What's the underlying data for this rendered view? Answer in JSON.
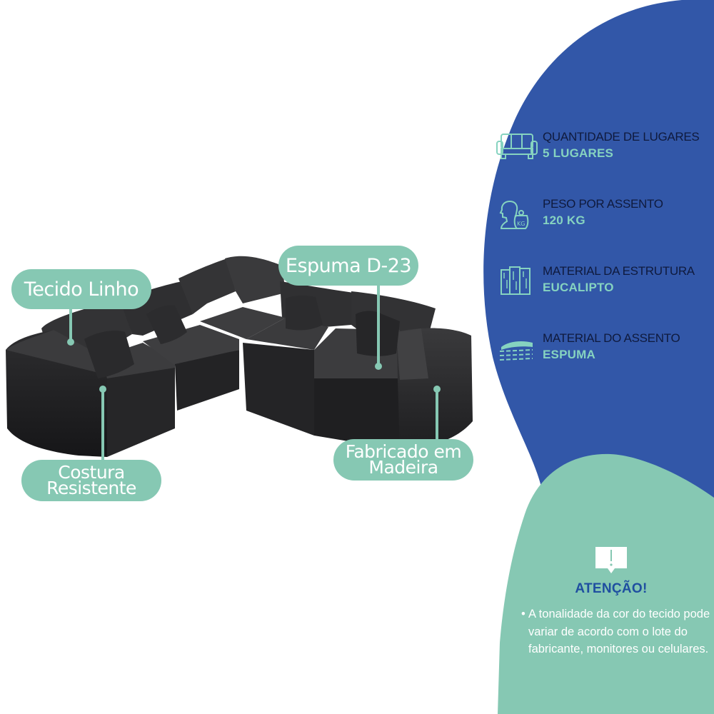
{
  "colors": {
    "blue_panel": "#3257a8",
    "green_accent": "#86c8b3",
    "spec_label": "#0f1a3d",
    "spec_value": "#86d3c0",
    "attention_title": "#1f4fa0",
    "sofa_fabric": "#2b2b2d"
  },
  "product": {
    "name": "Sofá de canto modular",
    "color": "dark grey linen"
  },
  "callouts": {
    "tecido": {
      "lines": [
        "Tecido Linho"
      ]
    },
    "espuma": {
      "lines": [
        "Espuma D-23"
      ]
    },
    "costura": {
      "lines": [
        "Costura",
        "Resistente"
      ]
    },
    "fabricado": {
      "lines": [
        "Fabricado em",
        "Madeira"
      ]
    }
  },
  "specs": [
    {
      "icon": "sofa-icon",
      "label": "QUANTIDADE DE LUGARES",
      "value": "5 LUGARES"
    },
    {
      "icon": "weight-person-icon",
      "label": "PESO POR ASSENTO",
      "value": "120 KG"
    },
    {
      "icon": "wood-planks-icon",
      "label": "MATERIAL DA ESTRUTURA",
      "value": "EUCALIPTO"
    },
    {
      "icon": "foam-layers-icon",
      "label": "MATERIAL DO ASSENTO",
      "value": "ESPUMA"
    }
  ],
  "attention": {
    "icon": "alert-speech-bubble-icon",
    "title": "ATENÇÃO!",
    "bullet_symbol": "•",
    "text": "A tonalidade da cor do tecido pode variar de acordo com o lote do fabricante, monitores ou celulares."
  }
}
